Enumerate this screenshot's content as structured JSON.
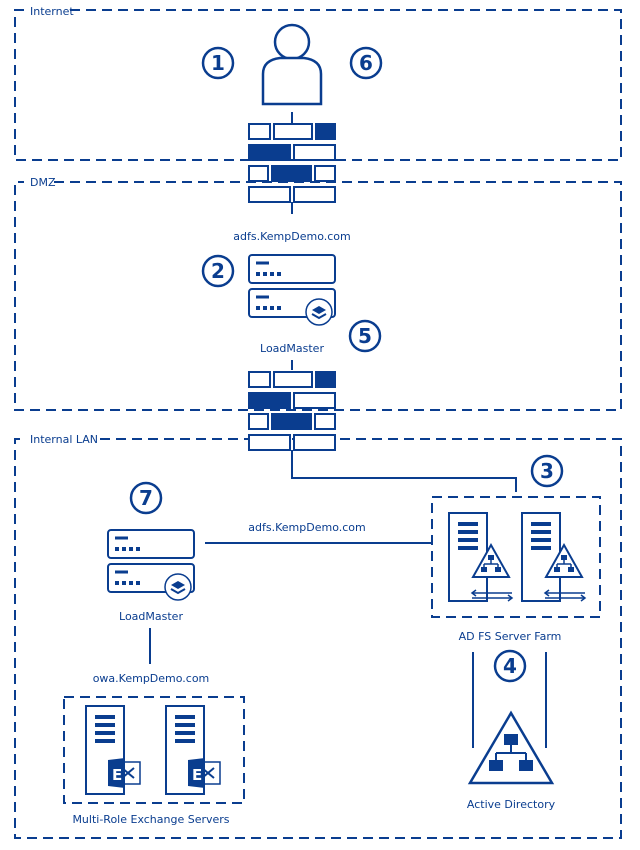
{
  "zones": {
    "internet": "Internet",
    "dmz": "DMZ",
    "internal_lan": "Internal LAN"
  },
  "steps": {
    "s1": "1",
    "s2": "2",
    "s3": "3",
    "s4": "4",
    "s5": "5",
    "s6": "6",
    "s7": "7"
  },
  "labels": {
    "adfs_dmz": "adfs.KempDemo.com",
    "loadmaster_dmz": "LoadMaster",
    "adfs_internal": "adfs.KempDemo.com",
    "loadmaster_internal": "LoadMaster",
    "owa": "owa.KempDemo.com",
    "adfs_farm": "AD FS Server Farm",
    "active_directory": "Active Directory",
    "exchange_servers": "Multi-Role Exchange Servers"
  },
  "colors": {
    "primary": "#0a3d8f",
    "background": "#ffffff"
  }
}
